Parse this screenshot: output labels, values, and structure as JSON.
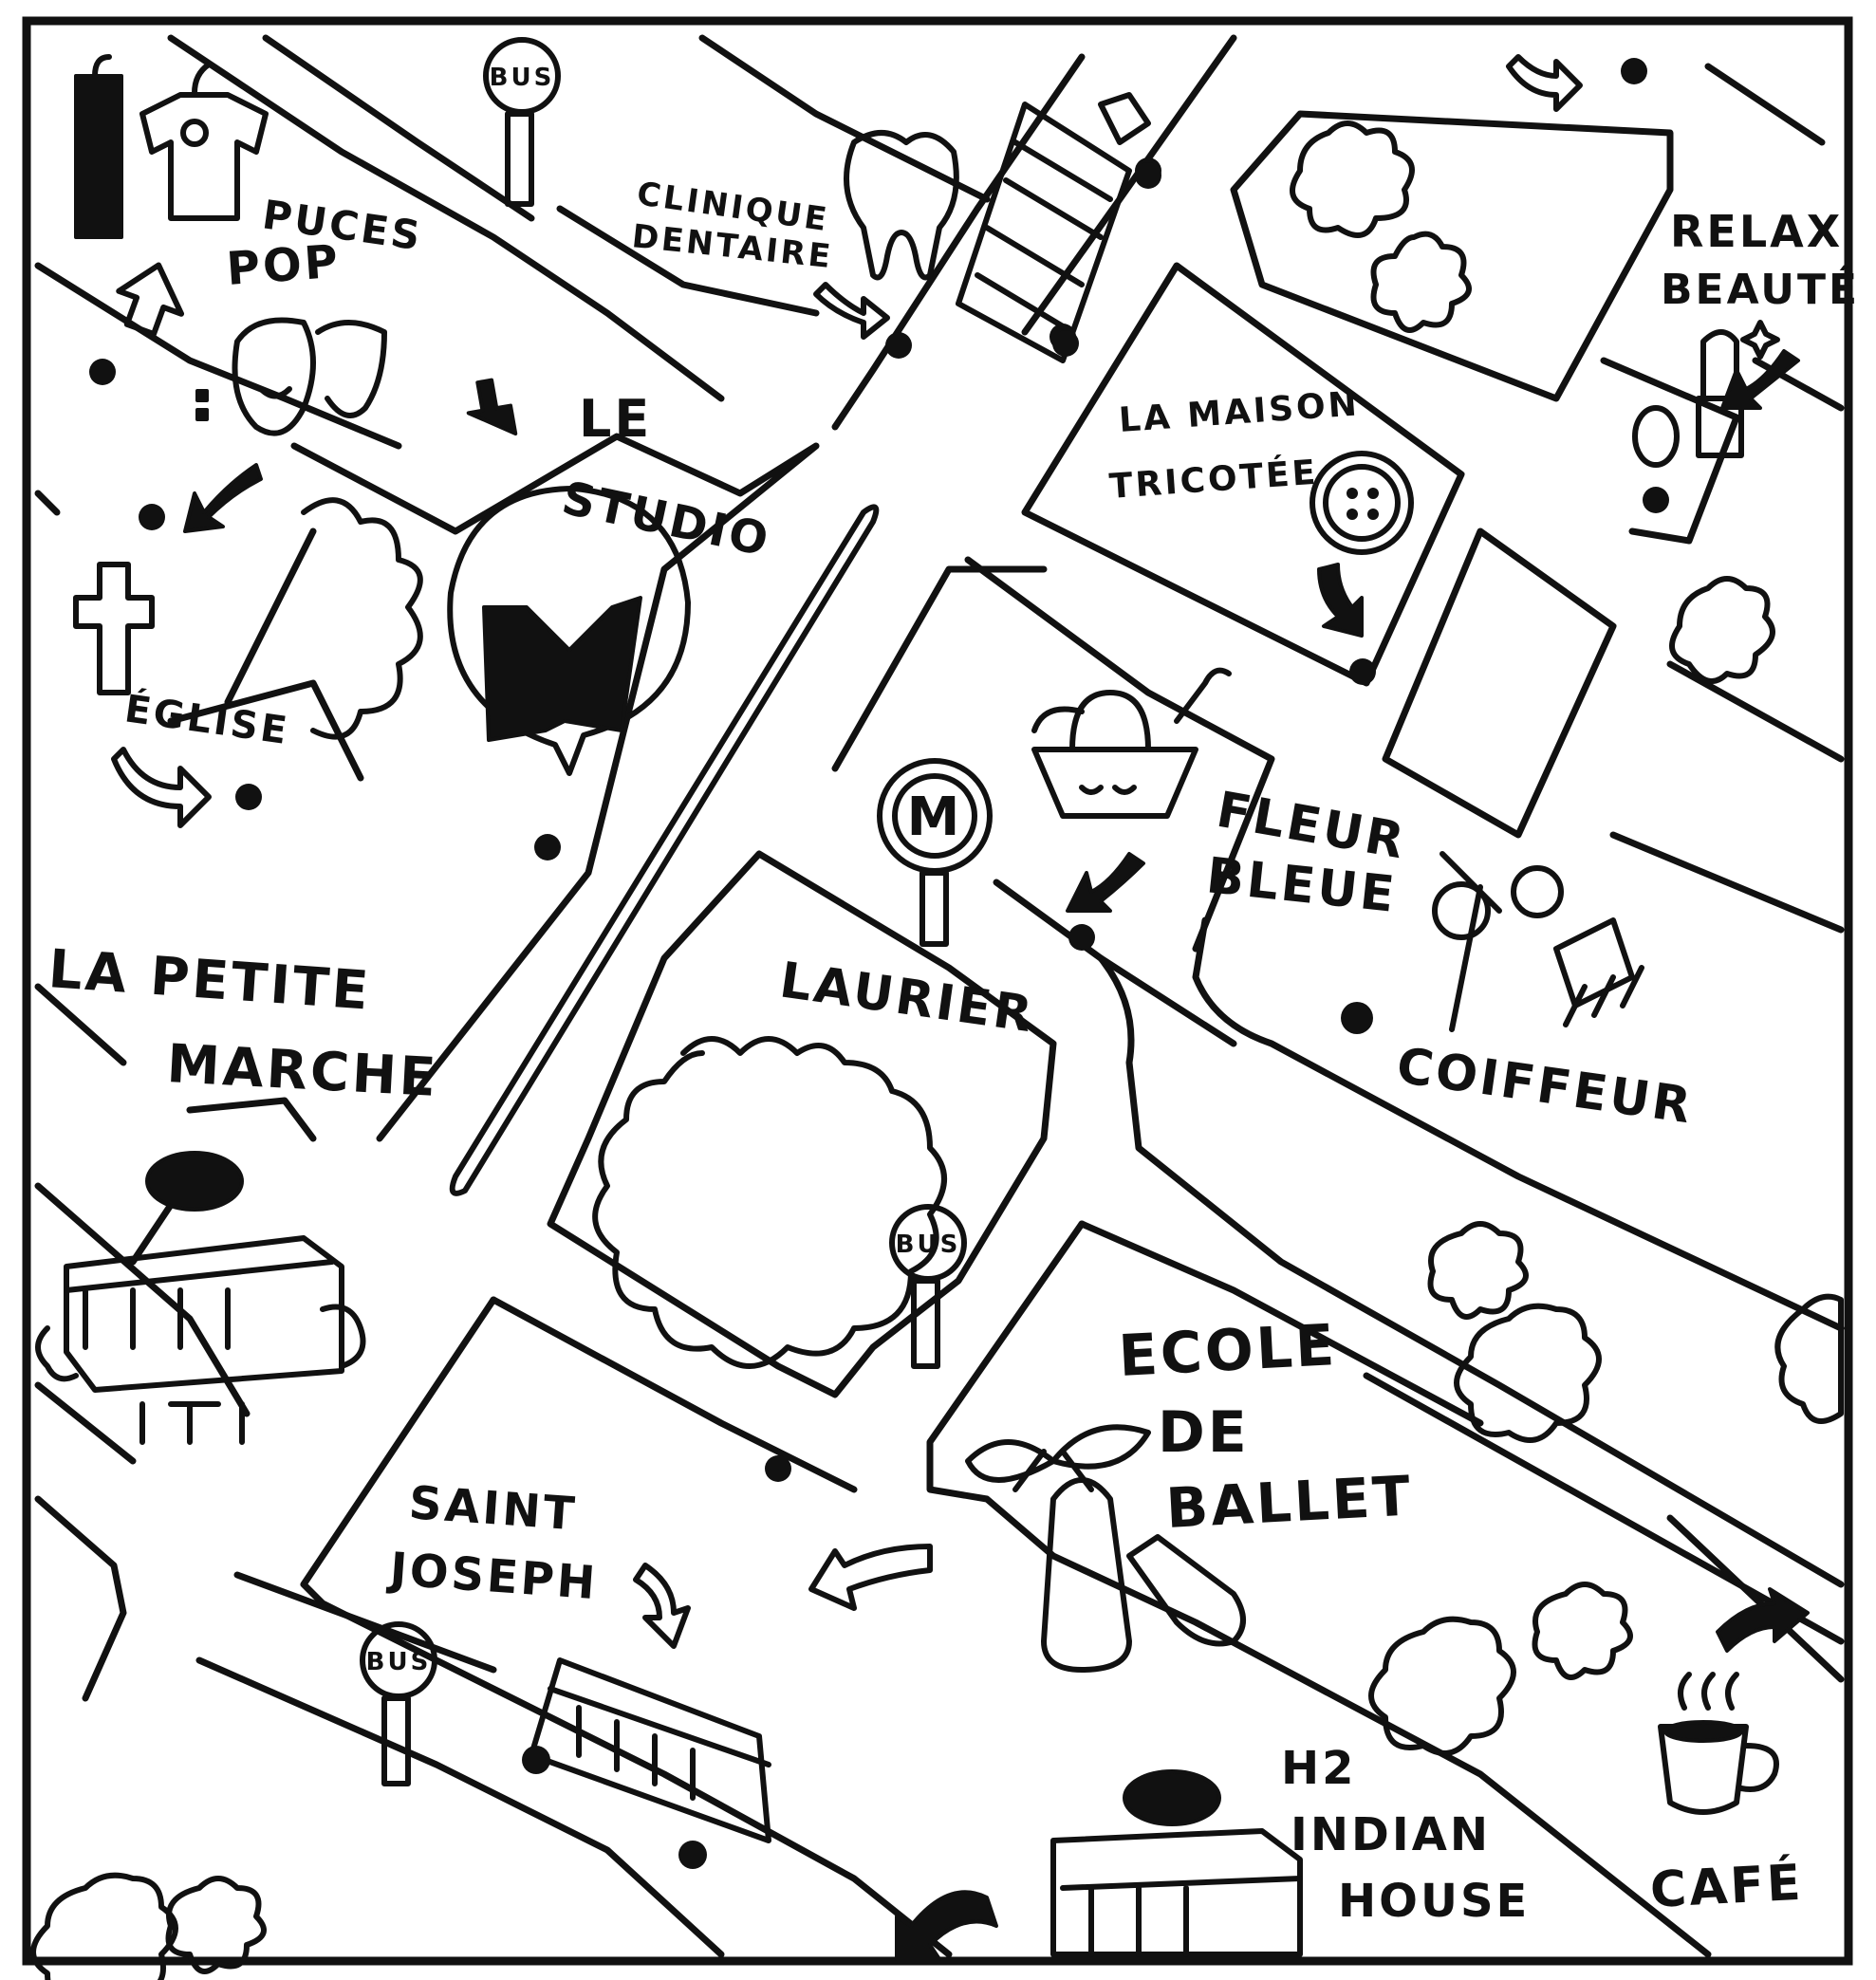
{
  "colors": {
    "ink": "#111111",
    "paper": "#ffffff"
  },
  "labels": {
    "puces_line1": "PUCES",
    "puces_line2": "POP",
    "clinique_line1": "CLINIQUE",
    "clinique_line2": "DENTAIRE",
    "le_studio_line1": "LE",
    "le_studio_line2": "STUDIO",
    "eglise": "ÉGLISE",
    "petite_line1": "LA PETITE",
    "petite_line2": "MARCHE",
    "maison_line1": "LA MAISON",
    "maison_line2": "TRICOTÉE",
    "relax_line1": "RELAX",
    "relax_line2": "BEAUTÉ",
    "fleur_line1": "FLEUR",
    "fleur_line2": "BLEUE",
    "laurier": "LAURIER",
    "coiffeur": "COIFFEUR",
    "ecole_line1": "ECOLE",
    "ecole_line2": "DE",
    "ecole_line3": "BALLET",
    "saint_line1": "SAINT",
    "saint_line2": "JOSEPH",
    "h2_line1": "H2",
    "h2_line2": "INDIAN",
    "h2_line3": "HOUSE",
    "cafe": "CAFÉ"
  },
  "signs": {
    "bus": "BUS",
    "metro": "M"
  },
  "icons": [
    "clothes-icon",
    "tooth-icon",
    "bus-vehicle-icon",
    "theater-masks-icon",
    "metro-logo-icon",
    "cross-icon",
    "button-icon",
    "lipstick-icon",
    "basket-icon",
    "scissors-comb-icon",
    "shop-icon",
    "ballet-shoe-icon",
    "coffee-cup-icon",
    "tree-icon",
    "arrow-icon"
  ]
}
